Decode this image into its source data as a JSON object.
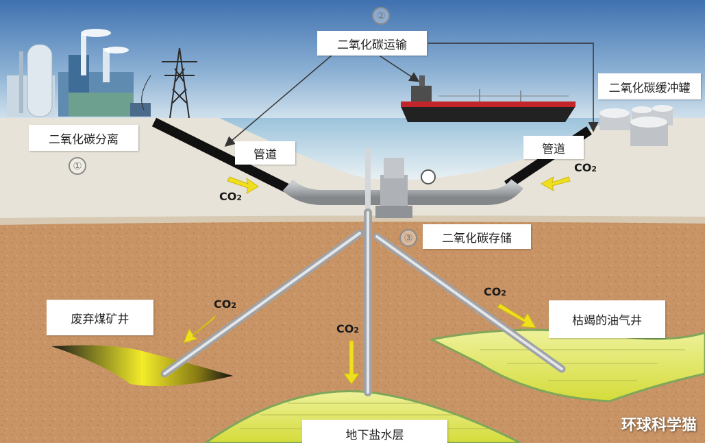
{
  "labels": {
    "separation": "二氧化碳分离",
    "transport": "二氧化碳运输",
    "buffer_tank": "二氧化碳缓冲罐",
    "pipeline_left": "管道",
    "pipeline_right": "管道",
    "storage": "二氧化碳存储",
    "abandoned_mine": "废弃煤矿井",
    "depleted_well": "枯竭的油气井",
    "saline_aquifer": "地下盐水层"
  },
  "steps": {
    "one": "①",
    "two": "②",
    "three": "③"
  },
  "co2_text": "CO",
  "co2_sub": "2",
  "watermark": "环球科学猫",
  "colors": {
    "sky_top": "#4a7bb8",
    "sky_bottom": "#c9dcea",
    "ground_surface": "#e6e0d4",
    "soil": "#c89868",
    "arrow_yellow": "#f2e21a",
    "pipe_gray": "#b9bcc0"
  },
  "icons": [
    "factory-icon",
    "power-tower-icon",
    "ship-icon",
    "storage-tanks-icon",
    "wellhead-icon"
  ]
}
